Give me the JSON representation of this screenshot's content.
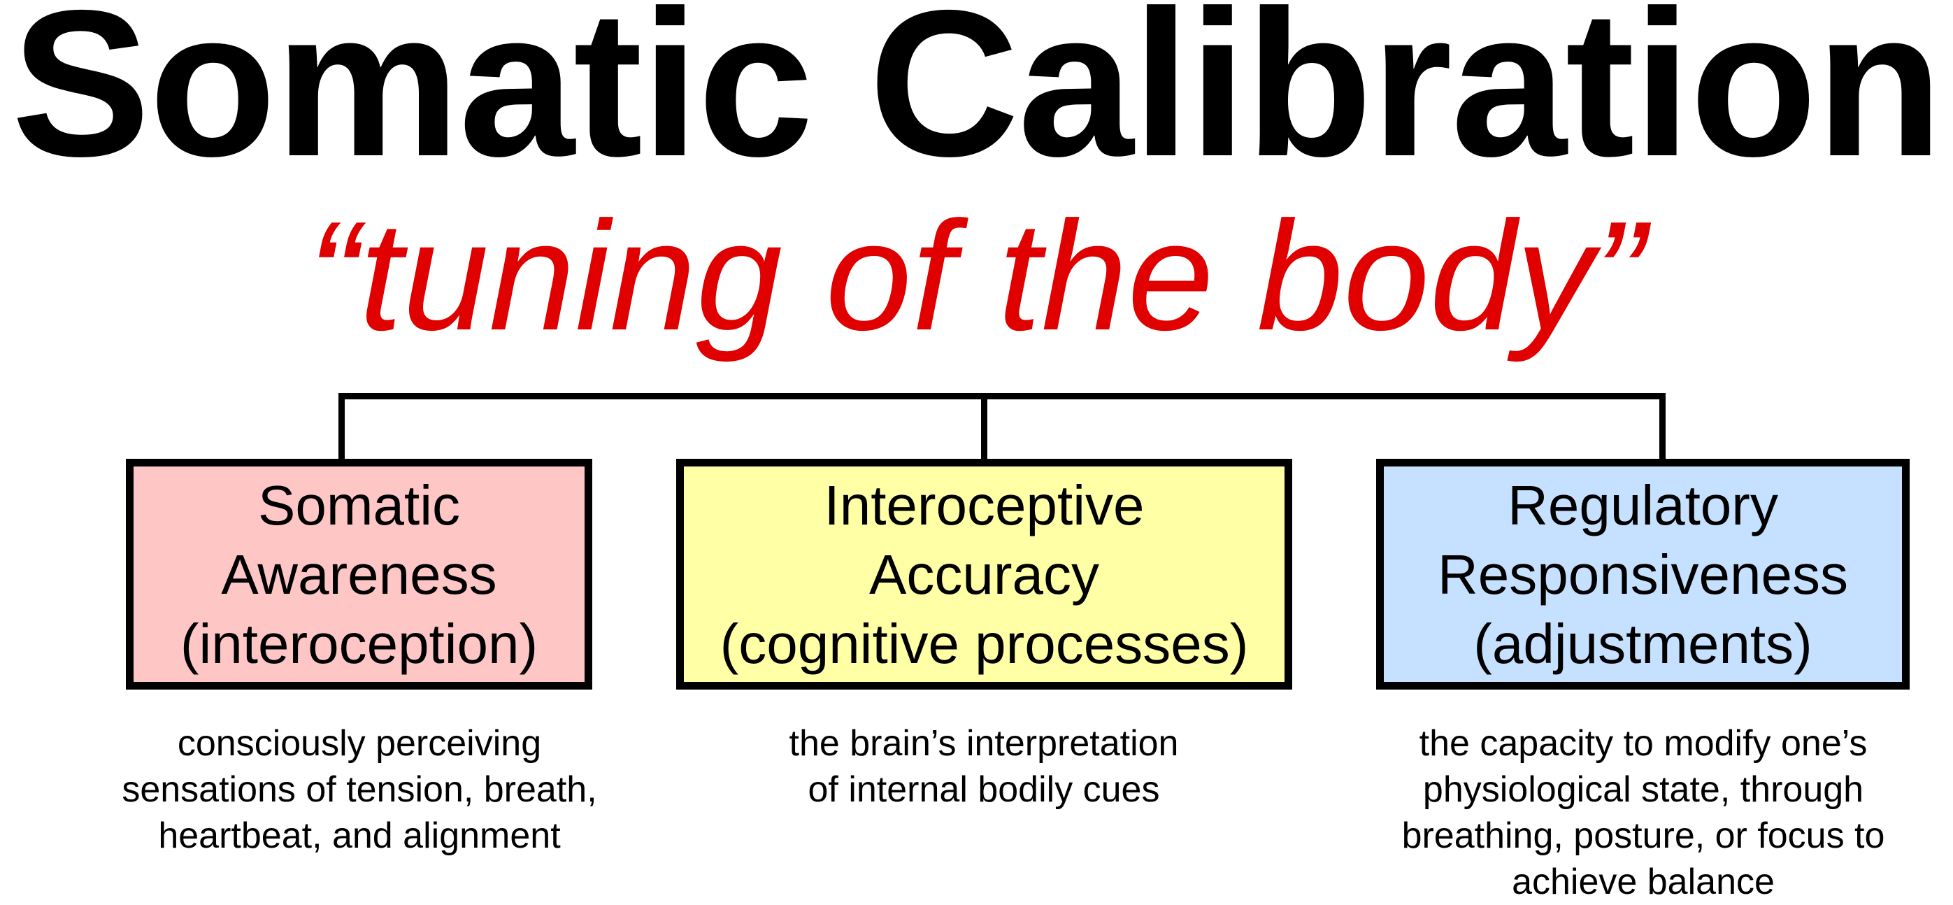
{
  "title": "Somatic Calibration",
  "subtitle": "“tuning of the body”",
  "colors": {
    "subtitle": "#e00000",
    "box1": "#ffc6c6",
    "box2": "#ffffa6",
    "box3": "#c6e0ff"
  },
  "boxes": [
    {
      "lines": [
        "Somatic",
        "Awareness",
        "(interoception)"
      ],
      "description": [
        "consciously perceiving",
        "sensations of tension, breath,",
        "heartbeat, and alignment"
      ]
    },
    {
      "lines": [
        "Interoceptive",
        "Accuracy",
        "(cognitive processes)"
      ],
      "description": [
        "the brain’s interpretation",
        "of internal bodily cues"
      ]
    },
    {
      "lines": [
        "Regulatory",
        "Responsiveness",
        "(adjustments)"
      ],
      "description": [
        "the capacity to modify one’s",
        "physiological state, through",
        "breathing, posture, or focus to",
        "achieve balance"
      ]
    }
  ]
}
